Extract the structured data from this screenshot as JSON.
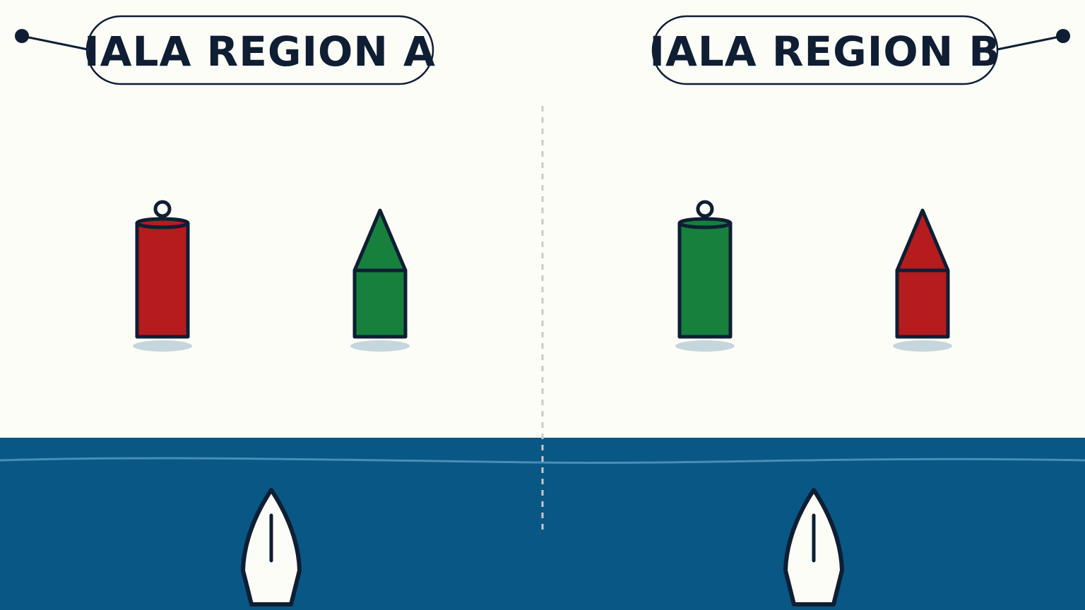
{
  "colors": {
    "background": "#fdfdf8",
    "water": "#085784",
    "wave": "#4a8db5",
    "outline": "#0f1e33",
    "red": "#b41c1e",
    "green": "#17803d",
    "shadow": "#c5d6dc",
    "divider": "#c7cbcb",
    "hull": "#fdfdf8"
  },
  "regions": [
    {
      "title": "IALA REGION A",
      "left_buoy": {
        "shape": "can",
        "color": "red"
      },
      "right_buoy": {
        "shape": "cone",
        "color": "green"
      },
      "boat_icon": "boat-bow-icon"
    },
    {
      "title": "IALA REGION B",
      "left_buoy": {
        "shape": "can",
        "color": "green"
      },
      "right_buoy": {
        "shape": "cone",
        "color": "red"
      },
      "boat_icon": "boat-bow-icon"
    }
  ]
}
